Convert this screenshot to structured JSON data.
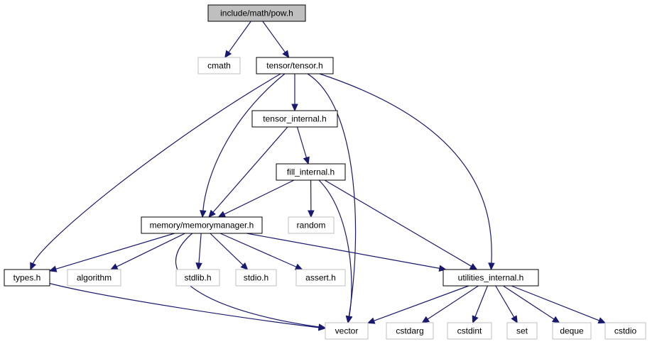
{
  "diagram": {
    "type": "include-dependency-graph",
    "colors": {
      "edge": "#191970",
      "focus_fill": "#bfbfbf",
      "internal_border": "#000000",
      "external_border": "#bfbfbf",
      "text": "#000000",
      "background": "#ffffff"
    },
    "nodes": [
      {
        "id": "pow",
        "label": "include/math/pow.h",
        "kind": "focus"
      },
      {
        "id": "cmath",
        "label": "cmath",
        "kind": "external"
      },
      {
        "id": "tensor",
        "label": "tensor/tensor.h",
        "kind": "internal"
      },
      {
        "id": "tensor_internal",
        "label": "tensor_internal.h",
        "kind": "internal"
      },
      {
        "id": "fill_internal",
        "label": "fill_internal.h",
        "kind": "internal"
      },
      {
        "id": "memorymanager",
        "label": "memory/memorymanager.h",
        "kind": "internal"
      },
      {
        "id": "random",
        "label": "random",
        "kind": "external"
      },
      {
        "id": "types",
        "label": "types.h",
        "kind": "internal"
      },
      {
        "id": "algorithm",
        "label": "algorithm",
        "kind": "external"
      },
      {
        "id": "stdlib",
        "label": "stdlib.h",
        "kind": "external"
      },
      {
        "id": "stdio",
        "label": "stdio.h",
        "kind": "external"
      },
      {
        "id": "assert",
        "label": "assert.h",
        "kind": "external"
      },
      {
        "id": "utilities_internal",
        "label": "utilities_internal.h",
        "kind": "internal"
      },
      {
        "id": "vector",
        "label": "vector",
        "kind": "external"
      },
      {
        "id": "cstdarg",
        "label": "cstdarg",
        "kind": "external"
      },
      {
        "id": "cstdint",
        "label": "cstdint",
        "kind": "external"
      },
      {
        "id": "set",
        "label": "set",
        "kind": "external"
      },
      {
        "id": "deque",
        "label": "deque",
        "kind": "external"
      },
      {
        "id": "cstdio",
        "label": "cstdio",
        "kind": "external"
      }
    ],
    "edges": [
      {
        "from": "pow",
        "to": "cmath"
      },
      {
        "from": "pow",
        "to": "tensor"
      },
      {
        "from": "tensor",
        "to": "tensor_internal"
      },
      {
        "from": "tensor",
        "to": "types"
      },
      {
        "from": "tensor",
        "to": "memorymanager"
      },
      {
        "from": "tensor",
        "to": "vector"
      },
      {
        "from": "tensor",
        "to": "utilities_internal"
      },
      {
        "from": "tensor_internal",
        "to": "fill_internal"
      },
      {
        "from": "tensor_internal",
        "to": "memorymanager"
      },
      {
        "from": "fill_internal",
        "to": "memorymanager"
      },
      {
        "from": "fill_internal",
        "to": "random"
      },
      {
        "from": "fill_internal",
        "to": "vector"
      },
      {
        "from": "fill_internal",
        "to": "utilities_internal"
      },
      {
        "from": "memorymanager",
        "to": "types"
      },
      {
        "from": "memorymanager",
        "to": "algorithm"
      },
      {
        "from": "memorymanager",
        "to": "stdlib"
      },
      {
        "from": "memorymanager",
        "to": "stdio"
      },
      {
        "from": "memorymanager",
        "to": "assert"
      },
      {
        "from": "memorymanager",
        "to": "utilities_internal"
      },
      {
        "from": "memorymanager",
        "to": "vector"
      },
      {
        "from": "types",
        "to": "vector"
      },
      {
        "from": "utilities_internal",
        "to": "vector"
      },
      {
        "from": "utilities_internal",
        "to": "cstdarg"
      },
      {
        "from": "utilities_internal",
        "to": "cstdint"
      },
      {
        "from": "utilities_internal",
        "to": "set"
      },
      {
        "from": "utilities_internal",
        "to": "deque"
      },
      {
        "from": "utilities_internal",
        "to": "cstdio"
      }
    ]
  }
}
